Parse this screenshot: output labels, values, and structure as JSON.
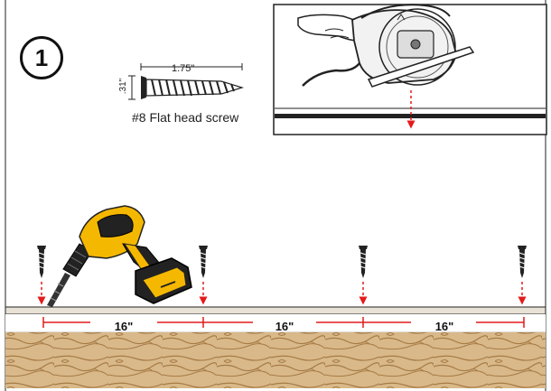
{
  "step": {
    "number": "1"
  },
  "screw_spec": {
    "length": "1.75\"",
    "diameter": ".31\"",
    "caption": "#8 Flat head screw"
  },
  "spacing": {
    "labels": [
      "16\"",
      "16\"",
      "16\""
    ]
  },
  "icons": {
    "drill": "cordless-drill-icon",
    "saw": "circular-saw-icon",
    "screw": "screw-icon",
    "arrow": "down-arrow-icon"
  },
  "colors": {
    "guide": "#e31b1b",
    "drill_yellow": "#f5b800",
    "wood": "#d9b98a",
    "deck_board": "#e8e2d6"
  }
}
